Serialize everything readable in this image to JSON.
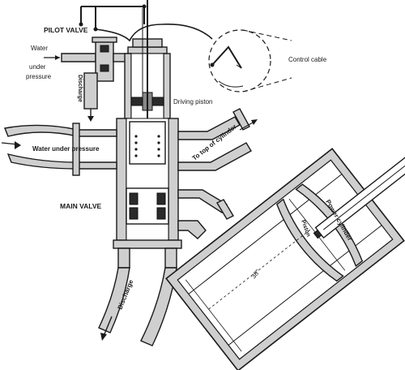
{
  "labels": {
    "pilot_valve": "PILOT VALVE",
    "water_under_pressure_1": "Water",
    "water_under_pressure_2": "under",
    "water_under_pressure_3": "pressure",
    "discharge_top": "Discharge",
    "driving_piston": "Driving piston",
    "control_cable": "Control cable",
    "water_under_pressure_main": "Water under pressure",
    "to_top_of_cylinder": "To top of cylinder",
    "main_valve": "MAIN VALVE",
    "power_cylinder": "Power cylinder",
    "piston": "Piston",
    "dimension": "38\"",
    "discharge_bottom": "Discharge"
  },
  "colors": {
    "ink": "#1a1a1a",
    "wall_fill": "#cfcfcf",
    "background": "#ffffff"
  }
}
